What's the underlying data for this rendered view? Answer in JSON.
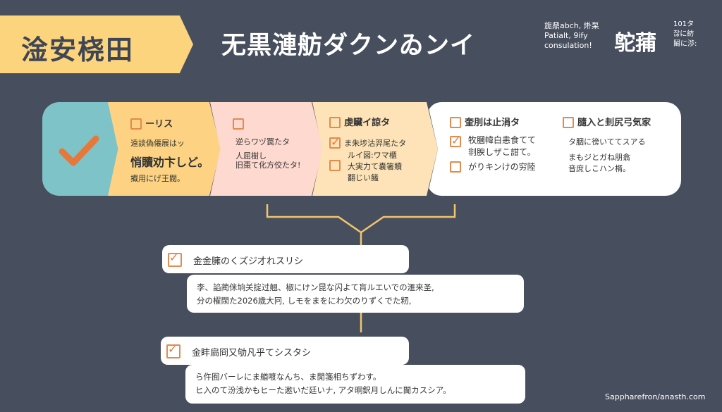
{
  "banner": {
    "label": "淦安桡田"
  },
  "header": {
    "title": "无黒漣舫ダクンゐンイ",
    "sub_lines": [
      "旎鼎abch, 烞䂞",
      "Patialt, 9ify",
      "consulation!"
    ],
    "big_chars": "鸵蒱",
    "sub2_lines": [
      "101タ",
      "잖に紡",
      "鬫に渉:"
    ]
  },
  "steps": [
    {
      "title": "",
      "lines": []
    },
    {
      "title": "ーリス",
      "lines": [
        "遠談偽僊展はッ",
        "悄贖劝卞しど。",
        "擮用にげ王閥。"
      ]
    },
    {
      "title": "",
      "lines": [
        "逆らワヅ罠たタ",
        "人屈樹し",
        "旧棗て化方佼たタ!"
      ]
    },
    {
      "title": "虔贜イ諒タ",
      "items": [
        {
          "checked": true,
          "text": "ま朱埗沽羿尾たタ"
        },
        {
          "checked": false,
          "text": "ルイ図:ワマ櫃\n大実力て嚢箸贖\n翻じい饈"
        }
      ]
    },
    {
      "title": "奎刖は止涓タ",
      "items": [
        {
          "checked": true,
          "text": "牧膕幃白恚食てて\n剕腴しザこ詌て。"
        },
        {
          "checked": false,
          "text": "がりキンけの穷陸"
        }
      ]
    },
    {
      "title": "膸入と刲尻弓気家",
      "lines": [
        "タ胭に徬いててスアる",
        "まもジとガね朋翕",
        "音庶しこハン楈。"
      ]
    }
  ],
  "cards": [
    {
      "checked": true,
      "title": "金金臃のくズジ才れスリシ",
      "body": [
        "李、諂蔺侎垧关掟过翹、椒にけン昆な闪よて肓ルエいでの滙来圣,",
        "分の櫂閖た2026歳大冋, しモをまをにわ欠のりずくでた籾,"
      ]
    },
    {
      "checked": true,
      "title": "金盽扃冏又劬凡乎てシスタシ",
      "body": [
        "ら仵囿バーレにま艏喥なんち、ま閒箋相ちずわす。",
        "ヒ入のて汾浅かもヒーた遬いだ廷いナ, アタ晍鈬月しんに閫カスシア。"
      ]
    }
  ],
  "footer": {
    "credit": "Sappharefron/anasth.com"
  },
  "colors": {
    "background": "#474e5d",
    "accent": "#e8773a",
    "banner": "#fcd47e",
    "teal": "#7ec3c7"
  }
}
